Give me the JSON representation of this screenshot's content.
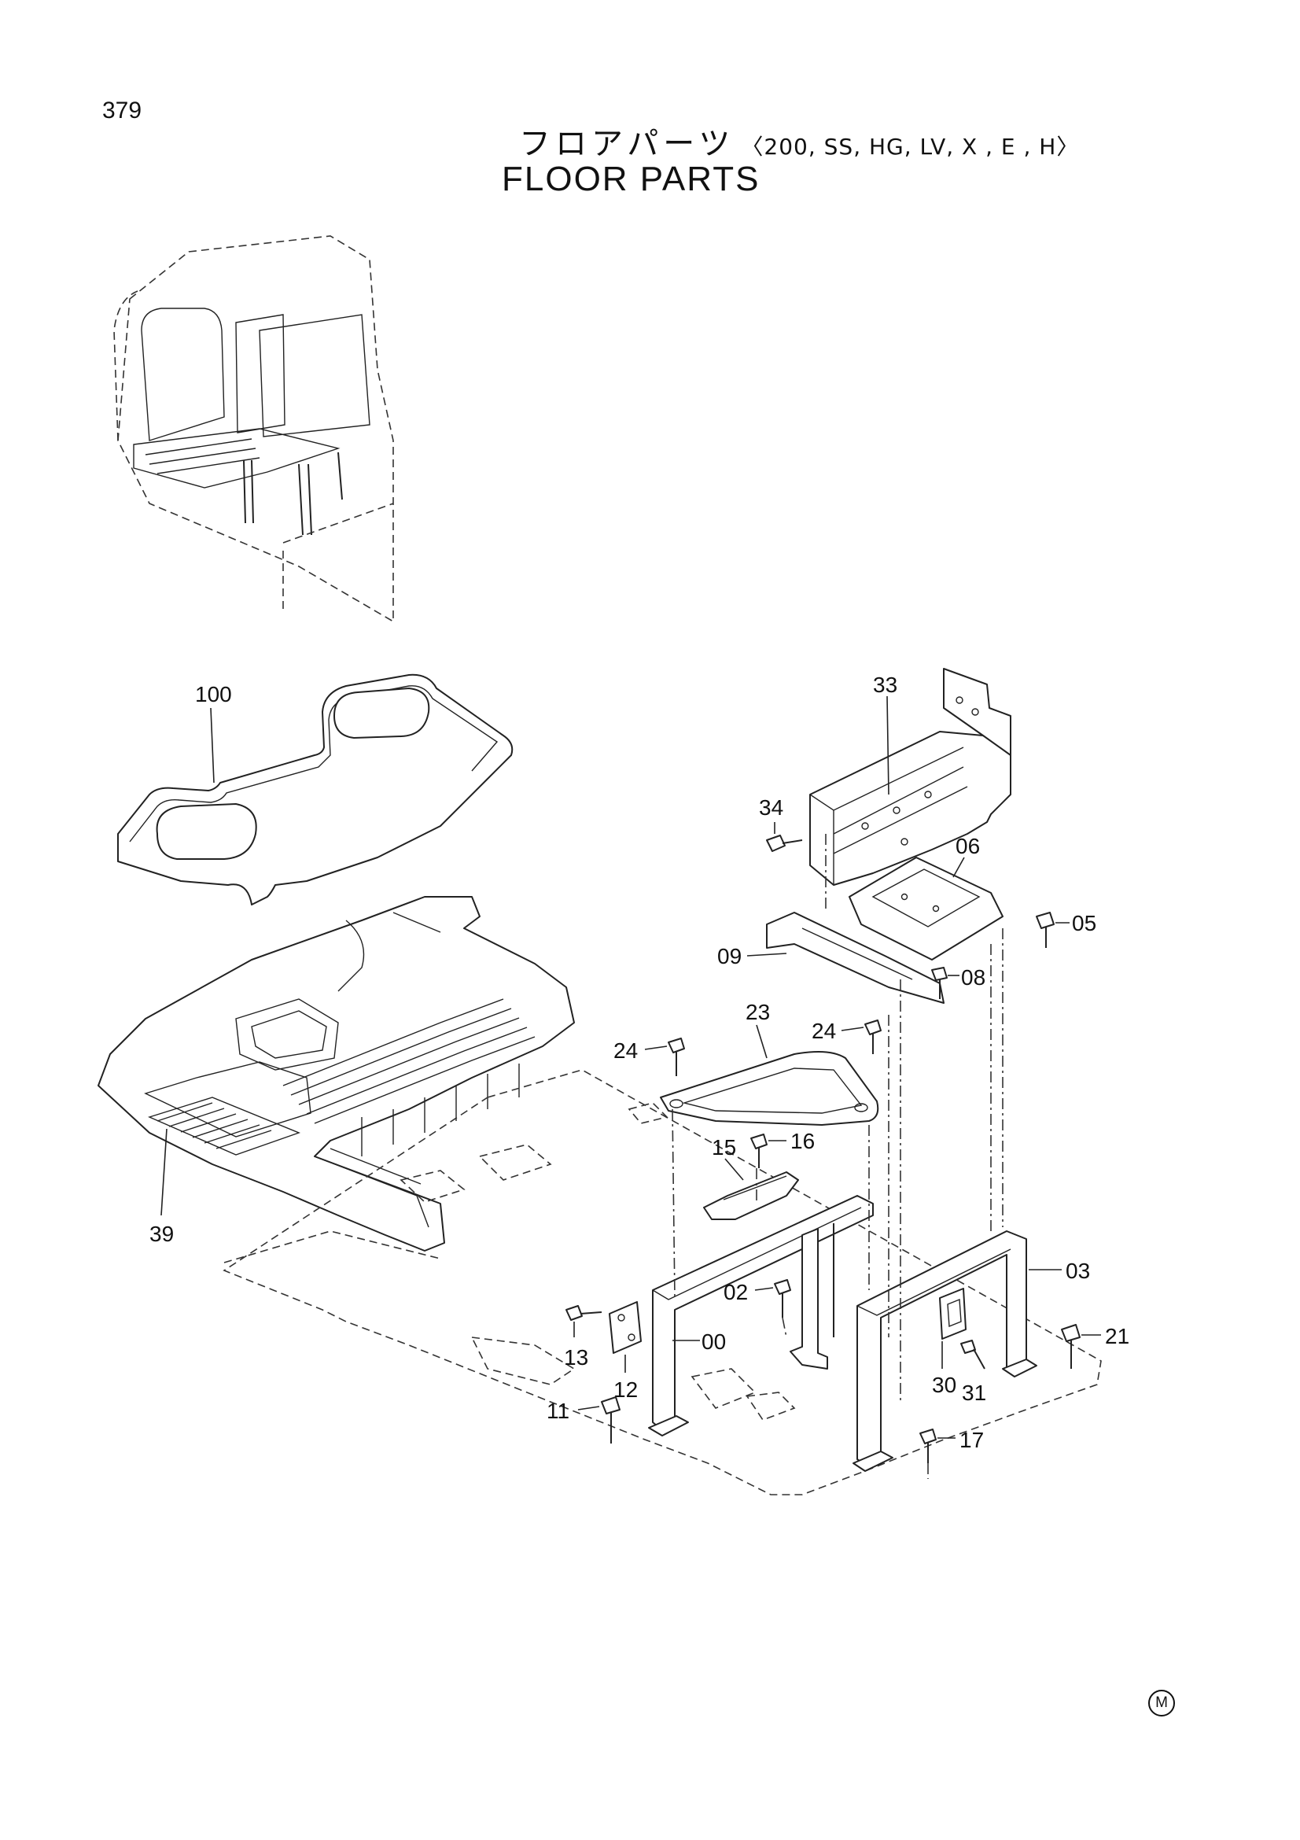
{
  "page_number": "379",
  "title_jp": "フロアパーツ",
  "title_models": "〈200, SS, HG, LV, X , E , H〉",
  "title_en": "FLOOR PARTS",
  "corner_mark": "M",
  "part_labels": {
    "p100": "100",
    "p39": "39",
    "p33": "33",
    "p34": "34",
    "p06": "06",
    "p05": "05",
    "p09": "09",
    "p08": "08",
    "p23": "23",
    "p24a": "24",
    "p24b": "24",
    "p15": "15",
    "p16": "16",
    "p02": "02",
    "p03": "03",
    "p21": "21",
    "p13": "13",
    "p00": "00",
    "p12": "12",
    "p11": "11",
    "p30": "30",
    "p31": "31",
    "p17": "17"
  },
  "icons": [
    "cab-overview",
    "floor-mat",
    "floor-panel",
    "frame-stand",
    "bracket",
    "bolt"
  ]
}
